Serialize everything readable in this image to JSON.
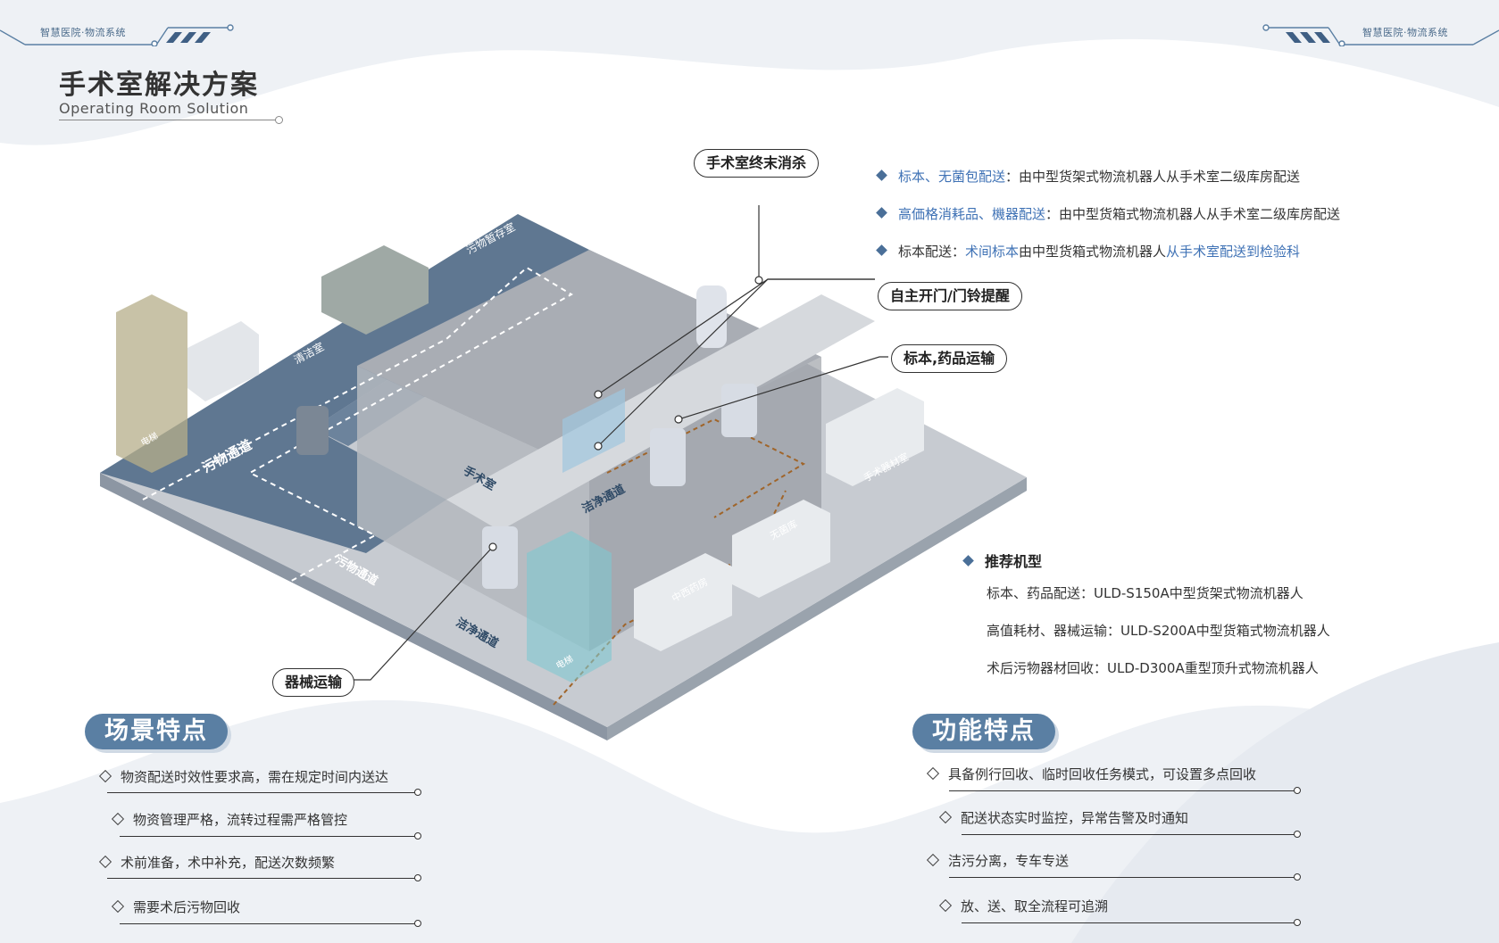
{
  "header": {
    "tag_left": "智慧医院·物流系统",
    "tag_right": "智慧医院·物流系统"
  },
  "title": {
    "cn": "手术室解决方案",
    "en": "Operating Room Solution"
  },
  "callouts": {
    "terminal_disinfect": "手术室终末消杀",
    "auto_door": "自主开门/门铃提醒",
    "specimen_drug": "标本,药品运输",
    "instrument": "器械运输"
  },
  "delivery_bullets": [
    {
      "highlight": "标本、无菌包配送",
      "rest": "：由中型货架式物流机器人从手术室二级库房配送"
    },
    {
      "highlight": "高価格消耗品、機器配送",
      "rest": "：由中型货箱式物流机器人从手术室二级库房配送"
    },
    {
      "lead": "标本配送：",
      "highlight": "术间标本",
      "mid": "由中型货箱式物流机器人",
      "highlight2": "从手术室配送到检验科"
    }
  ],
  "recommend": {
    "heading": "推荐机型",
    "items": [
      "标本、药品配送：ULD-S150A中型货架式物流机器人",
      "高值耗材、器械运输：ULD-S200A中型货箱式物流机器人",
      "术后污物器材回收：ULD-D300A重型顶升式物流机器人"
    ]
  },
  "scene": {
    "title": "场景特点",
    "items": [
      "物资配送时效性要求高，需在规定时间内送达",
      "物资管理严格，流转过程需严格管控",
      "术前准备，术中补充，配送次数频繁",
      "需要术后污物回收"
    ]
  },
  "function": {
    "title": "功能特点",
    "items": [
      "具备例行回收、临时回收任务模式，可设置多点回收",
      "配送状态实时监控，异常告警及时通知",
      "洁污分离，专车专送",
      "放、送、取全流程可追溯"
    ]
  },
  "map_labels": {
    "dirty_storage": "污物暂存室",
    "cleaning_room": "清洁室",
    "dirty_corridor_1": "污物通道",
    "dirty_corridor_2": "污物通道",
    "operating_room": "手术室",
    "clean_corridor_1": "洁净通道",
    "clean_corridor_2": "洁净通道",
    "elevator_1": "电梯",
    "elevator_2": "电梯",
    "instrument_room": "手术器材室",
    "sterile_storage": "无菌库",
    "central_pharmacy": "中西药房"
  },
  "colors": {
    "accent_blue": "#3f72b5",
    "pill_blue": "#5a7fa3",
    "floor_dark": "#5f7791",
    "floor_light": "#c9ccd1"
  }
}
